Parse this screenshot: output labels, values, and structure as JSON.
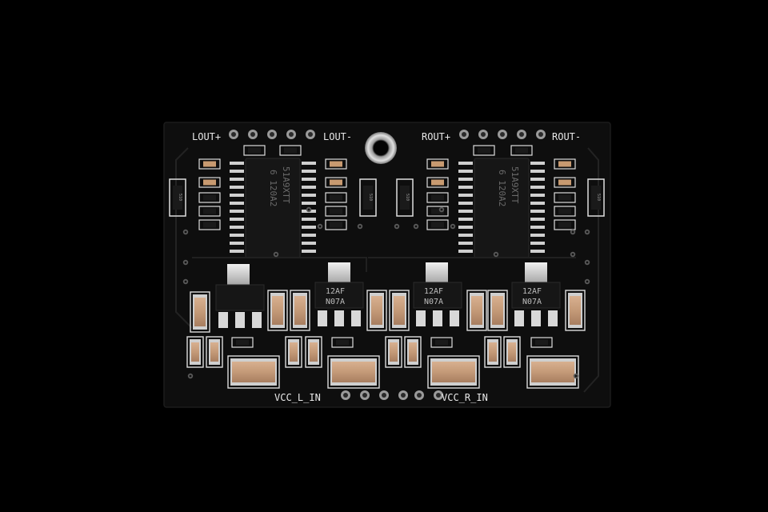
{
  "colors": {
    "background": "#000000",
    "board": "#0e0e0e",
    "silkscreen": "#e8e8e8",
    "capacitor": "#c8a080",
    "pad": "#d8d8d8",
    "ic_body": "#161616"
  },
  "labels": {
    "lout_plus": "LOUT+",
    "lout_minus": "LOUT-",
    "rout_plus": "ROUT+",
    "rout_minus": "ROUT-",
    "vcc_l_in": "VCC_L_IN",
    "vcc_r_in": "VCC_R_IN"
  },
  "ics": {
    "left": {
      "line1": "51A9XTT",
      "line2": "6 120A2"
    },
    "right": {
      "line1": "51A9XTT",
      "line2": "6 120A2"
    }
  },
  "regulators": {
    "r2": {
      "line1": "12AF",
      "line2": "N07A"
    },
    "r3": {
      "line1": "12AF",
      "line2": "N07A"
    },
    "r4": {
      "line1": "12AF",
      "line2": "N07A"
    }
  },
  "resistor_code": "510"
}
